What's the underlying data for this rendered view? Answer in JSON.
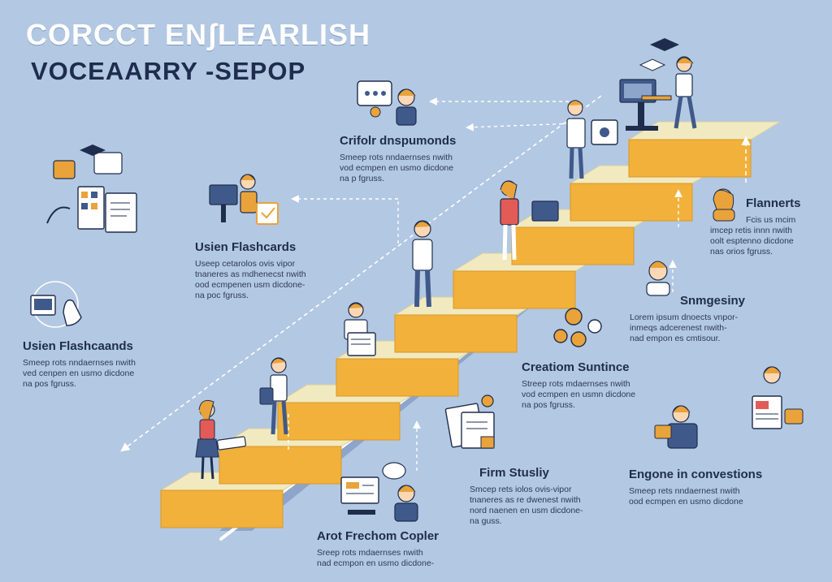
{
  "header": {
    "title_line1": "CORCCT ENʃLEARLISH",
    "title_line2": "VOCEAARRY -SEPOP"
  },
  "labels": [
    {
      "id": "crifor",
      "title": "Crifolr dnspumonds",
      "lines": [
        "Smeep rots nndaernses nwith",
        "vod ecmpen en usmo dicdone",
        "na p fgruss."
      ]
    },
    {
      "id": "usien-top",
      "title": "Usien Flashcards",
      "lines": [
        "Useep cetarolos ovis vipor",
        "tnaneres as mdhenecst nwith",
        "ood ecmpenen usm dicdone-",
        "na poc fgruss."
      ]
    },
    {
      "id": "usien-left",
      "title": "Usien Flashcaands",
      "lines": [
        "Smeep rots nndaernses nwith",
        "ved cenpen en usmo dicdone",
        "na pos fgruss."
      ]
    },
    {
      "id": "flanners",
      "title": "Flannerts",
      "lines": [
        "Fcis us mcim",
        "imcep retis innn nwith",
        "oolt esptenno dicdone",
        "nas orios fgruss."
      ]
    },
    {
      "id": "snmgesiny",
      "title": "Snmgesiny",
      "lines": [
        "Lorem ipsum dnoects vnpor-",
        "inmeqs adcerenest nwith-",
        "nad empon es cmtisour."
      ]
    },
    {
      "id": "creation",
      "title": "Creatiom Suntince",
      "lines": [
        "Streep rots mdaernses nwith",
        "vod ecmpen en usmn dicdone",
        "na pos fgruss."
      ]
    },
    {
      "id": "firm",
      "title": "Firm Stusliy",
      "lines": [
        "Smcep rets iolos ovis-vipor",
        "tnaneres as re dwenest nwith",
        "nord naenen en usm dicdone-",
        "na guss."
      ]
    },
    {
      "id": "engone",
      "title": "Engone in convestions",
      "lines": [
        "Smeep rets nndaernest nwith",
        "ood ecmpen en usmo dicdone"
      ]
    },
    {
      "id": "arot",
      "title": "Arot Frechom Copler",
      "lines": [
        "Sreep rots mdaernses nwith",
        "nad ecmpon en usmo dicdone-"
      ]
    }
  ],
  "icons": [
    "chat-bubble-icon",
    "cap-icon",
    "gear-icon",
    "document-icon",
    "monitor-icon",
    "person-icon",
    "stairs-icon"
  ],
  "colors": {
    "background": "#b3c8e2",
    "step_face": "#f2b13a",
    "step_top": "#f1eac0",
    "stair_side": "#8da4cb",
    "navy": "#1e2d4d",
    "hair": "#e9a33a",
    "accent_red": "#e25b57"
  }
}
